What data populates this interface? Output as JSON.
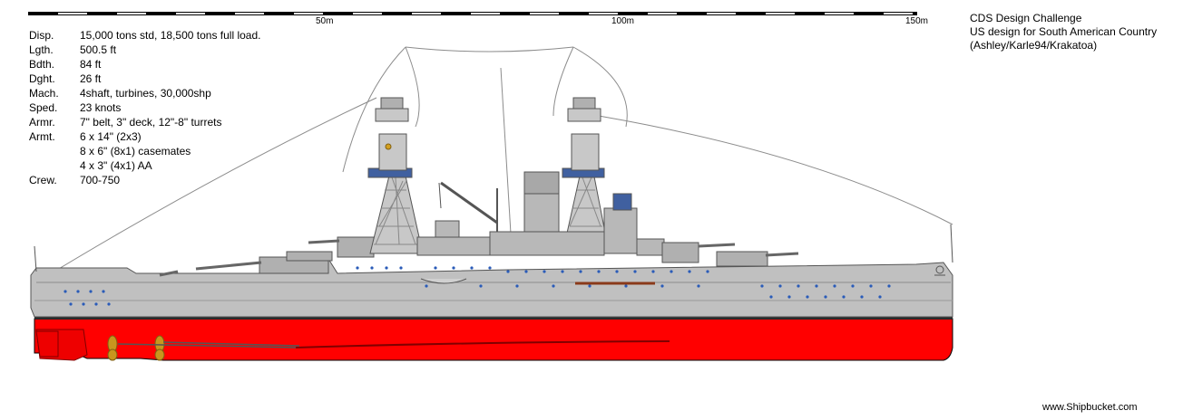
{
  "scale_bar": {
    "labels": [
      "50m",
      "100m",
      "150m"
    ]
  },
  "specs": [
    {
      "key": "Disp.",
      "value": "15,000 tons std, 18,500 tons full load."
    },
    {
      "key": "Lgth.",
      "value": "500.5 ft"
    },
    {
      "key": "Bdth.",
      "value": "84 ft"
    },
    {
      "key": "Dght.",
      "value": "26 ft"
    },
    {
      "key": "Mach.",
      "value": "4shaft, turbines, 30,000shp"
    },
    {
      "key": "Sped.",
      "value": "23 knots"
    },
    {
      "key": "Armr.",
      "value": "7\" belt, 3\" deck, 12\"-8\" turrets"
    },
    {
      "key": "Armt.",
      "value": "6 x 14\" (2x3)"
    },
    {
      "key": "",
      "value": "8 x 6\" (8x1) casemates"
    },
    {
      "key": "",
      "value": "4 x 3\" (4x1) AA"
    },
    {
      "key": "Crew.",
      "value": "700-750"
    }
  ],
  "credits": {
    "line1": "CDS Design Challenge",
    "line2": "US design for South American Country",
    "line3": "(Ashley/Karle94/Krakatoa)"
  },
  "watermark": "www.Shipbucket.com",
  "colors": {
    "hull_gray": "#c0c0c0",
    "hull_red": "#ff0000",
    "deck_dark": "#808080",
    "porthole": "#2a5bb8",
    "propeller": "#c8961e",
    "bridge_blue": "#4060a0"
  }
}
